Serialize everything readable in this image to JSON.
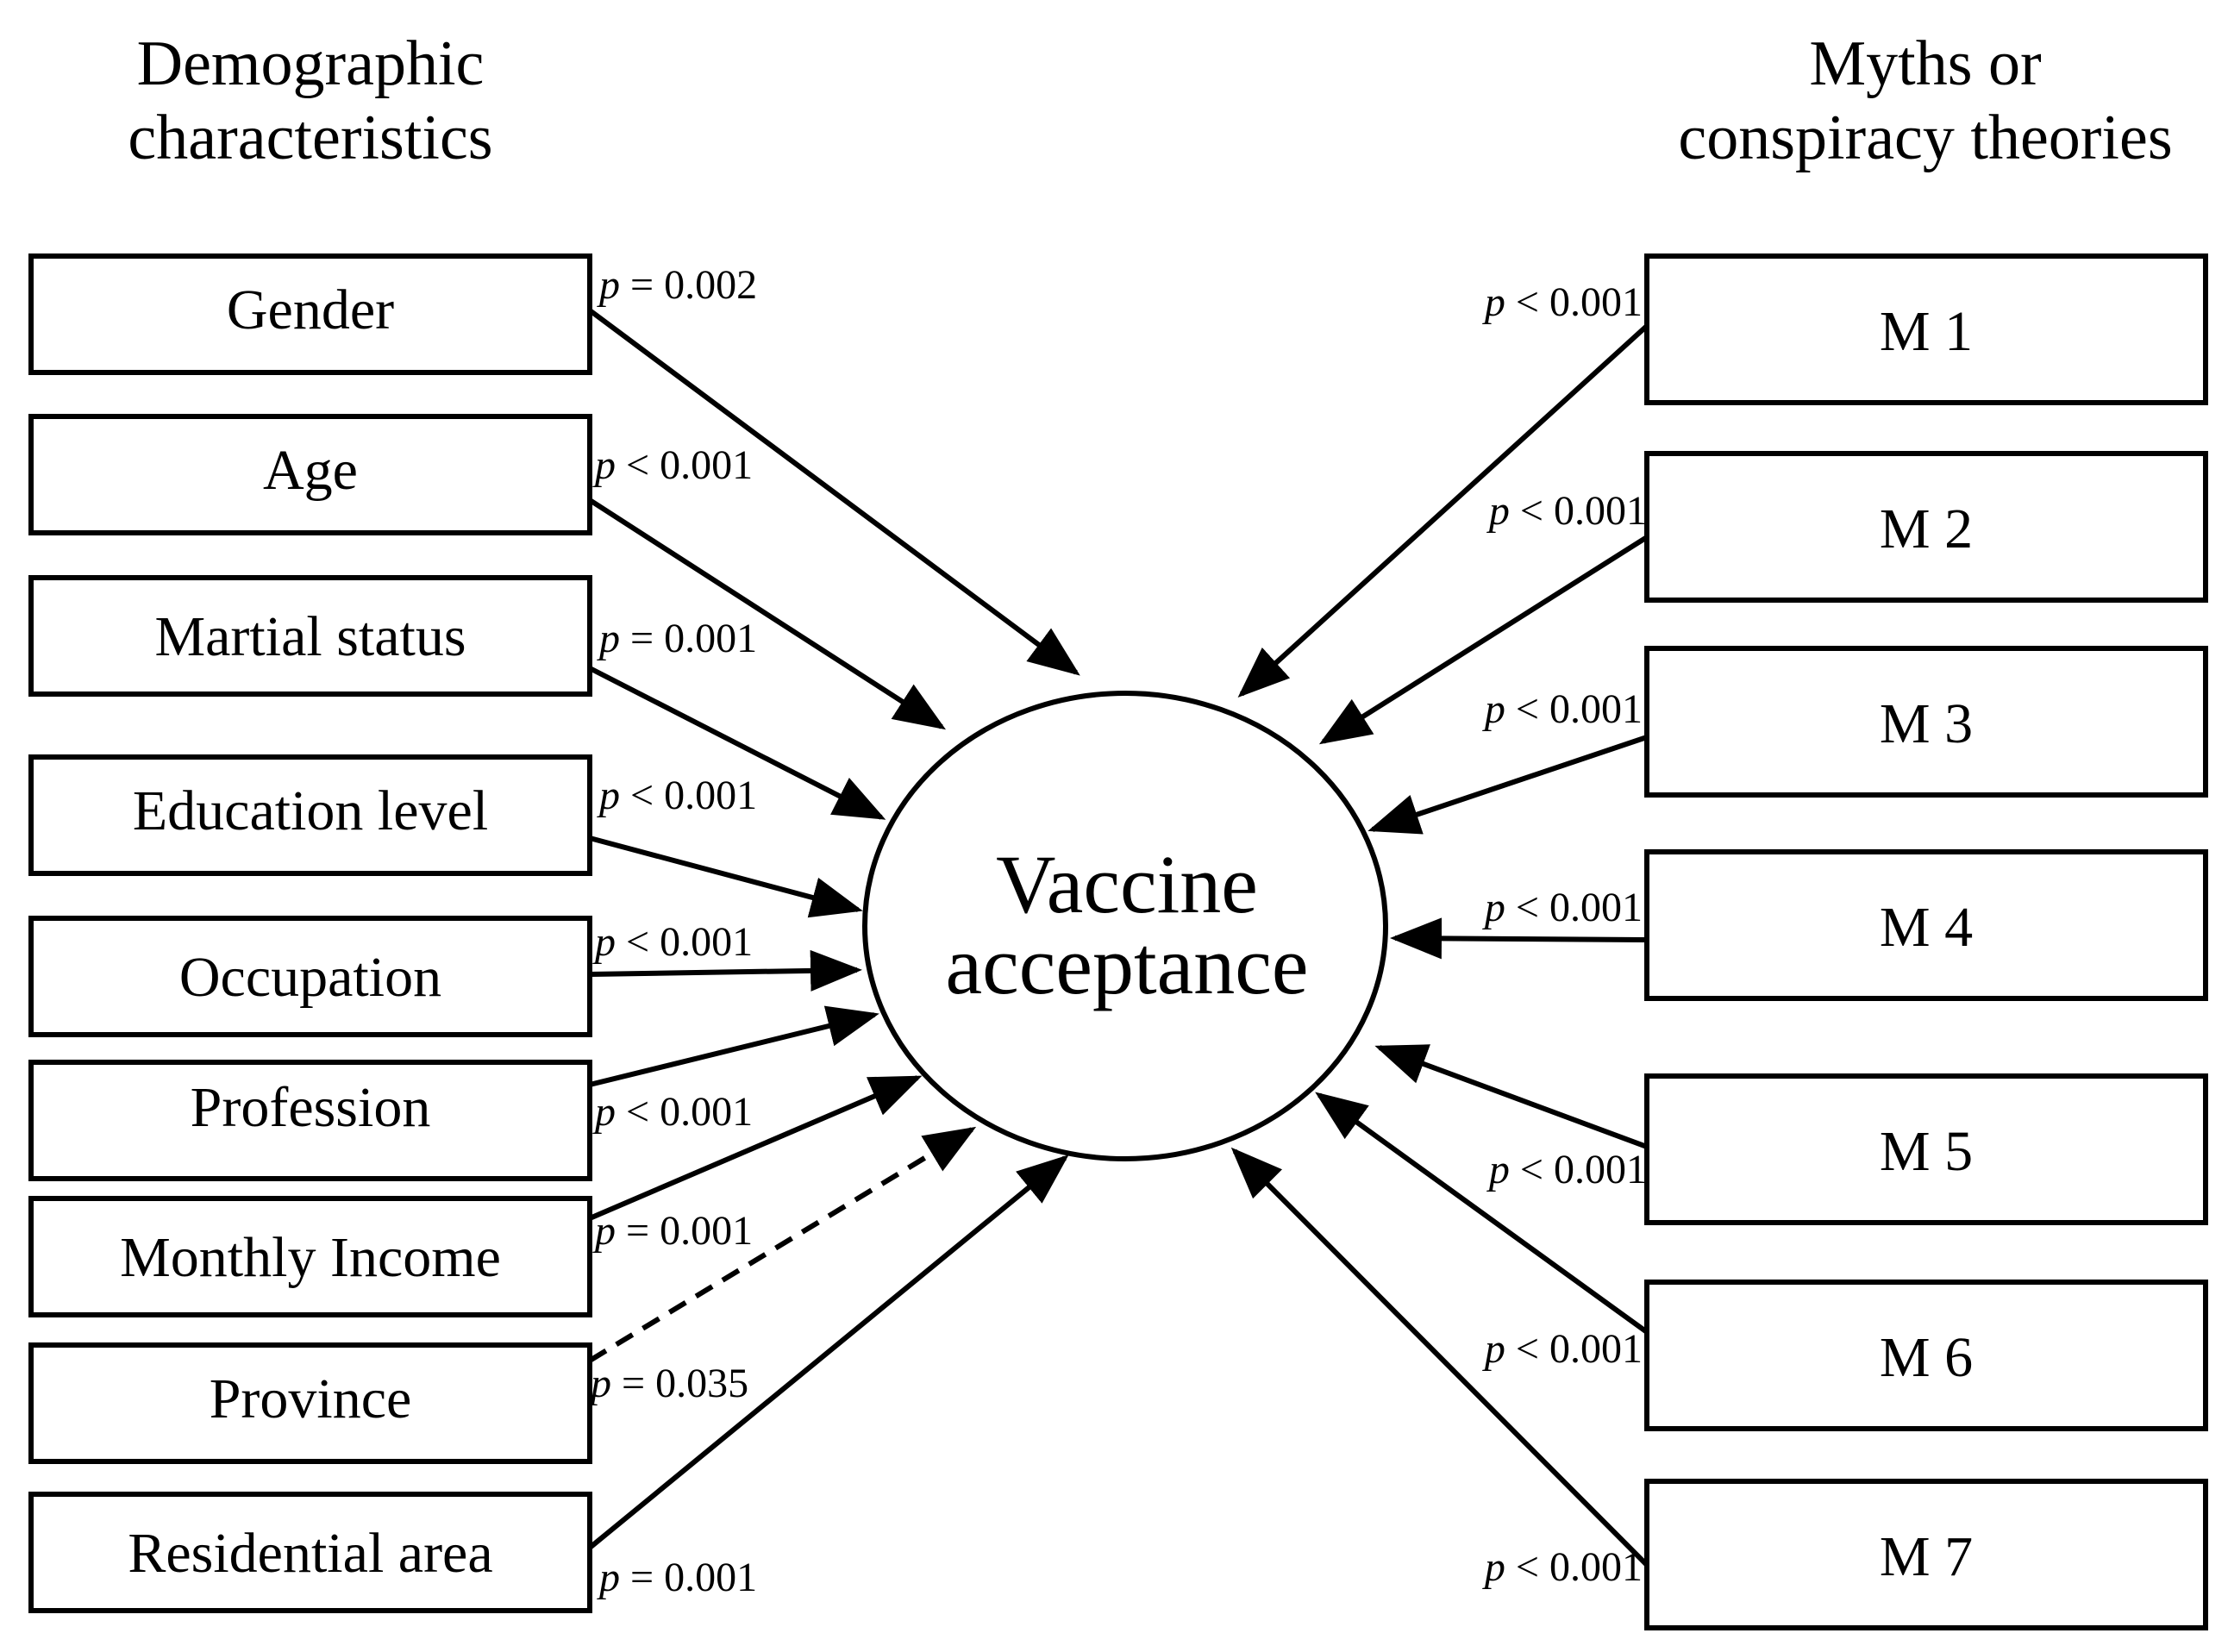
{
  "headings": {
    "left_line1": "Demographic",
    "left_line2": "characteristics",
    "right_line1": "Myths or",
    "right_line2": "conspiracy theories"
  },
  "center": {
    "line1": "Vaccine",
    "line2": "acceptance"
  },
  "left_boxes": [
    {
      "label": "Gender",
      "p_op": "=",
      "p_value": "0.002",
      "significant": true
    },
    {
      "label": "Age",
      "p_op": "<",
      "p_value": "0.001",
      "significant": true
    },
    {
      "label": "Martial status",
      "p_op": "=",
      "p_value": "0.001",
      "significant": true
    },
    {
      "label": "Education level",
      "p_op": "<",
      "p_value": "0.001",
      "significant": true
    },
    {
      "label": "Occupation",
      "p_op": "<",
      "p_value": "0.001",
      "significant": true
    },
    {
      "label": "Profession",
      "p_op": "<",
      "p_value": "0.001",
      "significant": true
    },
    {
      "label": "Monthly Income",
      "p_op": "=",
      "p_value": "0.001",
      "significant": true
    },
    {
      "label": "Province",
      "p_op": "=",
      "p_value": "0.035",
      "significant": false
    },
    {
      "label": "Residential  area",
      "p_op": "=",
      "p_value": "0.001",
      "significant": true
    }
  ],
  "right_boxes": [
    {
      "label": "M 1",
      "p_op": "<",
      "p_value": "0.001",
      "significant": true
    },
    {
      "label": "M 2",
      "p_op": "<",
      "p_value": "0.001",
      "significant": true
    },
    {
      "label": "M 3",
      "p_op": "<",
      "p_value": "0.001",
      "significant": true
    },
    {
      "label": "M 4",
      "p_op": "<",
      "p_value": "0.001",
      "significant": true
    },
    {
      "label": "M 5",
      "p_op": "<",
      "p_value": "0.001",
      "significant": true
    },
    {
      "label": "M 6",
      "p_op": "<",
      "p_value": "0.001",
      "significant": true
    },
    {
      "label": "M 7",
      "p_op": "<",
      "p_value": "0.001",
      "significant": true
    }
  ],
  "p_symbol": "p"
}
